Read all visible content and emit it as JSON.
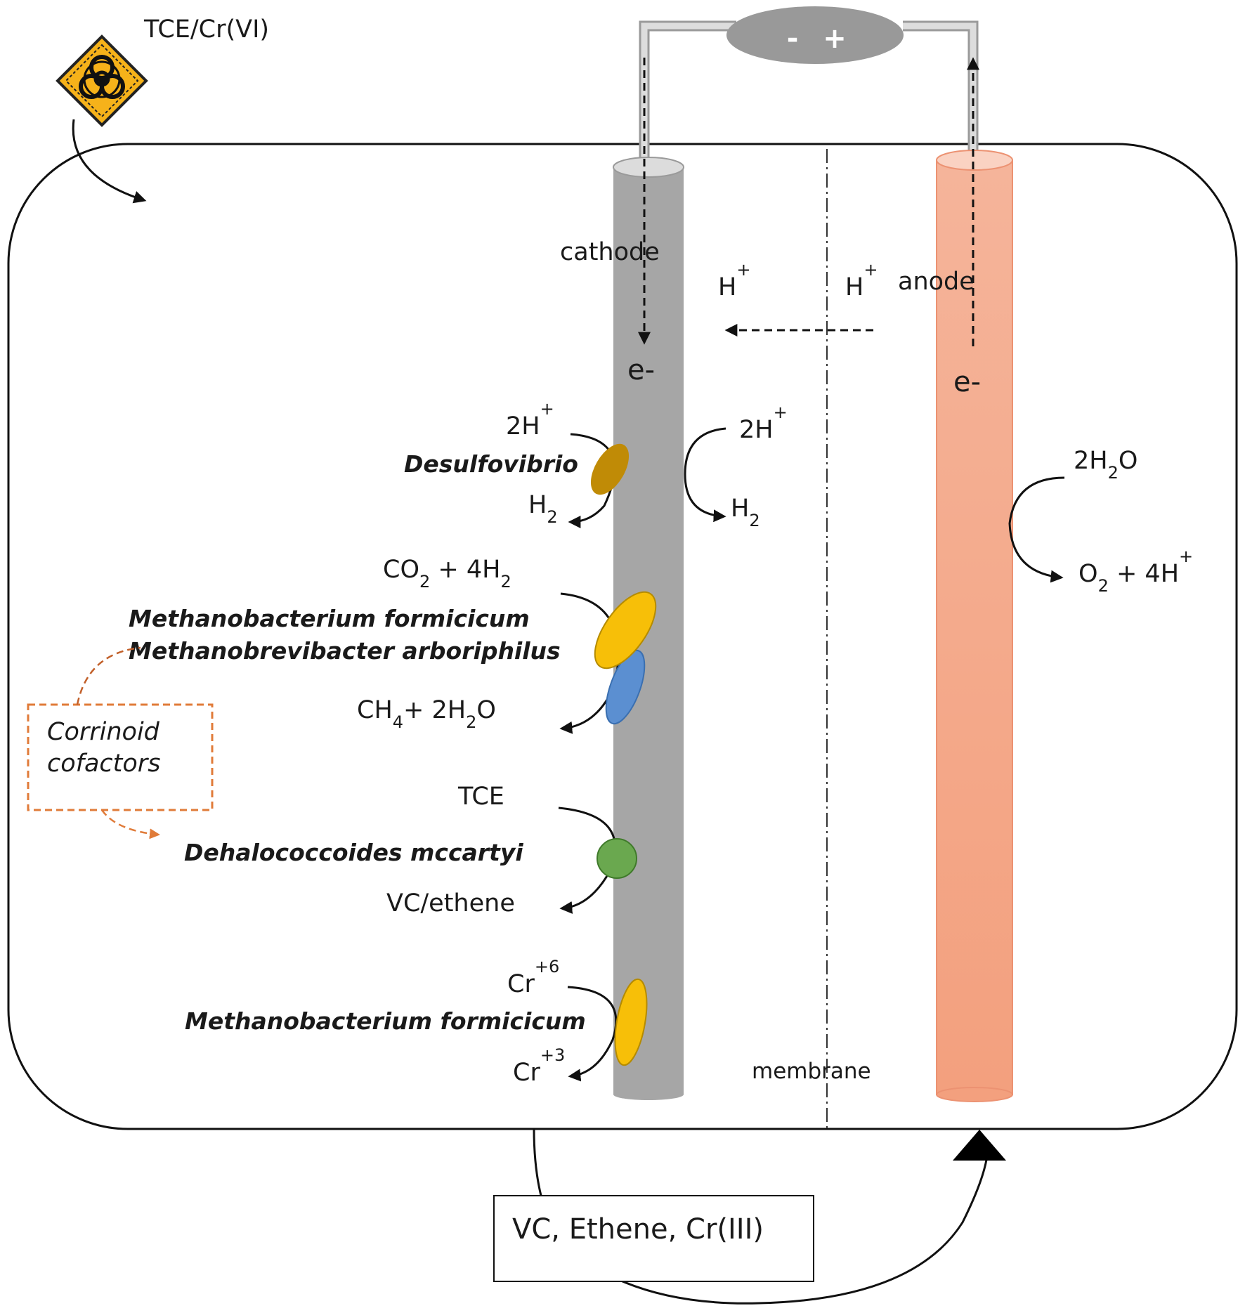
{
  "hazard": {
    "label": "TCE/Cr(VI)",
    "icon": "biohazard-icon"
  },
  "power_source": {
    "minus": "-",
    "plus": "+"
  },
  "electrodes": {
    "cathode": {
      "label": "cathode",
      "electron": "e-",
      "color": "#a3a3a3"
    },
    "anode": {
      "label": "anode",
      "electron": "e-",
      "color": "#f2a98a"
    }
  },
  "proton_labels": {
    "left": {
      "base": "H",
      "sup": "+"
    },
    "right": {
      "base": "H",
      "sup": "+"
    }
  },
  "membrane": {
    "label": "membrane"
  },
  "cathode_reactions": {
    "desulfovibrio": {
      "organism": "Desulfovibrio",
      "reactant_base": "2H",
      "reactant_sup": "+",
      "product_base": "H",
      "product_sub": "2",
      "color": "#c08b06"
    },
    "abiotic": {
      "reactant_base": "2H",
      "reactant_sup": "+",
      "product_base": "H",
      "product_sub": "2"
    },
    "methanogens": {
      "organisms": [
        "Methanobacterium formicicum",
        "Methanobrevibacter arboriphilus"
      ],
      "reactant": {
        "a": "CO",
        "a_sub": "2",
        "b": " + 4H",
        "b_sub": "2"
      },
      "product": {
        "a": "CH",
        "a_sub": "4",
        "b": "+ 2H",
        "b_sub": "2",
        "c": "O"
      },
      "colors": [
        "#f7bf08",
        "#5b8fd1"
      ]
    },
    "dehalococcoides": {
      "organism": "Dehalococcoides mccartyi",
      "reactant": "TCE",
      "product": "VC/ethene",
      "color": "#6aa84f"
    },
    "chromium": {
      "organism": "Methanobacterium formicicum",
      "reactant_base": "Cr",
      "reactant_sup": "+6",
      "product_base": "Cr",
      "product_sup": "+3",
      "color": "#f7bf08"
    }
  },
  "anode_reaction": {
    "reactant": {
      "a": "2H",
      "a_sub": "2",
      "b": "O"
    },
    "product": {
      "a": "O",
      "a_sub": "2",
      "b": " + 4H",
      "b_sup": "+"
    }
  },
  "cofactor_box": {
    "line1": "Corrinoid",
    "line2": "cofactors",
    "color": "#e07b39"
  },
  "output_box": {
    "label": "VC, Ethene, Cr(III)"
  }
}
